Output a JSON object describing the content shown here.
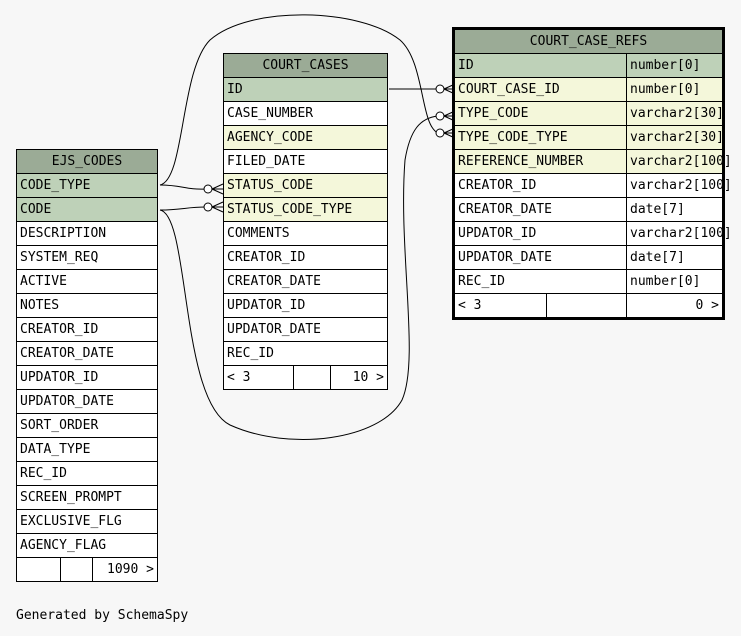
{
  "footer_text": "Generated by SchemaSpy",
  "tables": {
    "ejs_codes": {
      "name": "EJS_CODES",
      "columns": [
        {
          "name": "CODE_TYPE",
          "kind": "pk"
        },
        {
          "name": "CODE",
          "kind": "pk"
        },
        {
          "name": "DESCRIPTION",
          "kind": ""
        },
        {
          "name": "SYSTEM_REQ",
          "kind": ""
        },
        {
          "name": "ACTIVE",
          "kind": ""
        },
        {
          "name": "NOTES",
          "kind": ""
        },
        {
          "name": "CREATOR_ID",
          "kind": ""
        },
        {
          "name": "CREATOR_DATE",
          "kind": ""
        },
        {
          "name": "UPDATOR_ID",
          "kind": ""
        },
        {
          "name": "UPDATOR_DATE",
          "kind": ""
        },
        {
          "name": "SORT_ORDER",
          "kind": ""
        },
        {
          "name": "DATA_TYPE",
          "kind": ""
        },
        {
          "name": "REC_ID",
          "kind": ""
        },
        {
          "name": "SCREEN_PROMPT",
          "kind": ""
        },
        {
          "name": "EXCLUSIVE_FLG",
          "kind": ""
        },
        {
          "name": "AGENCY_FLAG",
          "kind": ""
        }
      ],
      "footer": [
        "",
        "",
        "1090 >"
      ]
    },
    "court_cases": {
      "name": "COURT_CASES",
      "columns": [
        {
          "name": "ID",
          "kind": "pk"
        },
        {
          "name": "CASE_NUMBER",
          "kind": ""
        },
        {
          "name": "AGENCY_CODE",
          "kind": "fk"
        },
        {
          "name": "FILED_DATE",
          "kind": ""
        },
        {
          "name": "STATUS_CODE",
          "kind": "fk"
        },
        {
          "name": "STATUS_CODE_TYPE",
          "kind": "fk"
        },
        {
          "name": "COMMENTS",
          "kind": ""
        },
        {
          "name": "CREATOR_ID",
          "kind": ""
        },
        {
          "name": "CREATOR_DATE",
          "kind": ""
        },
        {
          "name": "UPDATOR_ID",
          "kind": ""
        },
        {
          "name": "UPDATOR_DATE",
          "kind": ""
        },
        {
          "name": "REC_ID",
          "kind": ""
        }
      ],
      "footer": [
        "< 3",
        "",
        "10 >"
      ]
    },
    "court_case_refs": {
      "name": "COURT_CASE_REFS",
      "columns": [
        {
          "name": "ID",
          "type": "number[0]",
          "kind": "pk"
        },
        {
          "name": "COURT_CASE_ID",
          "type": "number[0]",
          "kind": "fk"
        },
        {
          "name": "TYPE_CODE",
          "type": "varchar2[30]",
          "kind": "fk"
        },
        {
          "name": "TYPE_CODE_TYPE",
          "type": "varchar2[30]",
          "kind": "fk"
        },
        {
          "name": "REFERENCE_NUMBER",
          "type": "varchar2[100]",
          "kind": "fk"
        },
        {
          "name": "CREATOR_ID",
          "type": "varchar2[100]",
          "kind": ""
        },
        {
          "name": "CREATOR_DATE",
          "type": "date[7]",
          "kind": ""
        },
        {
          "name": "UPDATOR_ID",
          "type": "varchar2[100]",
          "kind": ""
        },
        {
          "name": "UPDATOR_DATE",
          "type": "date[7]",
          "kind": ""
        },
        {
          "name": "REC_ID",
          "type": "number[0]",
          "kind": ""
        }
      ],
      "footer": [
        "< 3",
        "",
        "0 >"
      ]
    }
  }
}
